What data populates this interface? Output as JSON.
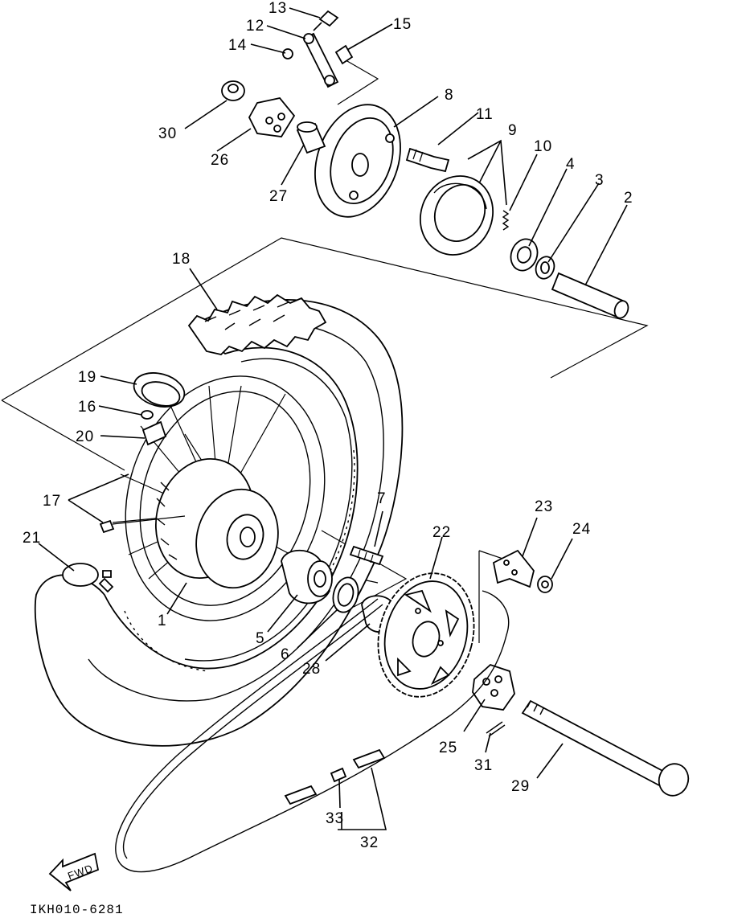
{
  "diagram": {
    "drawing_code": "IKH010-6281",
    "fwd_label": "FWD",
    "callouts": [
      {
        "id": "1",
        "text": "1"
      },
      {
        "id": "2",
        "text": "2"
      },
      {
        "id": "3",
        "text": "3"
      },
      {
        "id": "4",
        "text": "4"
      },
      {
        "id": "5",
        "text": "5"
      },
      {
        "id": "6",
        "text": "6"
      },
      {
        "id": "7",
        "text": "7"
      },
      {
        "id": "8",
        "text": "8"
      },
      {
        "id": "9",
        "text": "9"
      },
      {
        "id": "10",
        "text": "10"
      },
      {
        "id": "11",
        "text": "11"
      },
      {
        "id": "12",
        "text": "12"
      },
      {
        "id": "13",
        "text": "13"
      },
      {
        "id": "14",
        "text": "14"
      },
      {
        "id": "15",
        "text": "15"
      },
      {
        "id": "16",
        "text": "16"
      },
      {
        "id": "17",
        "text": "17"
      },
      {
        "id": "18",
        "text": "18"
      },
      {
        "id": "19",
        "text": "19"
      },
      {
        "id": "20",
        "text": "20"
      },
      {
        "id": "21",
        "text": "21"
      },
      {
        "id": "22",
        "text": "22"
      },
      {
        "id": "23",
        "text": "23"
      },
      {
        "id": "24",
        "text": "24"
      },
      {
        "id": "25",
        "text": "25"
      },
      {
        "id": "26",
        "text": "26"
      },
      {
        "id": "27",
        "text": "27"
      },
      {
        "id": "28",
        "text": "28"
      },
      {
        "id": "29",
        "text": "29"
      },
      {
        "id": "30",
        "text": "30"
      },
      {
        "id": "31",
        "text": "31"
      },
      {
        "id": "32",
        "text": "32"
      },
      {
        "id": "33",
        "text": "33"
      }
    ]
  }
}
